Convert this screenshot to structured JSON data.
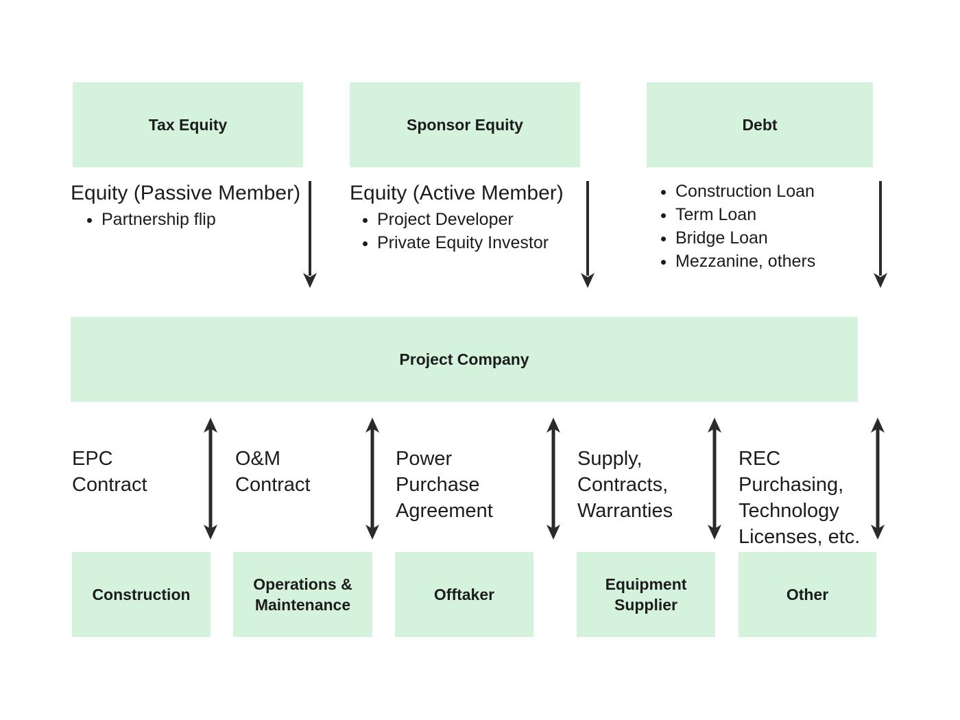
{
  "colors": {
    "background": "#ffffff",
    "box_fill": "#d5f2dc",
    "text": "#1c1c1c",
    "arrow": "#2a2a2a"
  },
  "icons": {
    "down_arrow": "down-arrow (funds flow into project company)",
    "double_arrow": "double-headed-vertical-arrow (contract between parties)"
  },
  "sources": [
    {
      "box_label": "Tax Equity",
      "heading": "Equity (Passive Member)",
      "bullets": [
        "Partnership flip"
      ]
    },
    {
      "box_label": "Sponsor Equity",
      "heading": "Equity (Active Member)",
      "bullets": [
        "Project Developer",
        "Private Equity Investor"
      ]
    },
    {
      "box_label": "Debt",
      "bullets": [
        "Construction Loan",
        "Term Loan",
        "Bridge Loan",
        "Mezzanine, others"
      ]
    }
  ],
  "center_box": {
    "label": "Project Company"
  },
  "counterparties": [
    {
      "contract_lines": [
        "EPC",
        "Contract"
      ],
      "box_label": "Construction"
    },
    {
      "contract_lines": [
        "O&M",
        "Contract"
      ],
      "box_label": "Operations & Maintenance"
    },
    {
      "contract_lines": [
        "Power",
        "Purchase",
        "Agreement"
      ],
      "box_label": "Offtaker"
    },
    {
      "contract_lines": [
        "Supply,",
        "Contracts,",
        "Warranties"
      ],
      "box_label": "Equipment Supplier"
    },
    {
      "contract_lines": [
        "REC",
        "Purchasing,",
        "Technology",
        "Licenses, etc."
      ],
      "box_label": "Other"
    }
  ]
}
